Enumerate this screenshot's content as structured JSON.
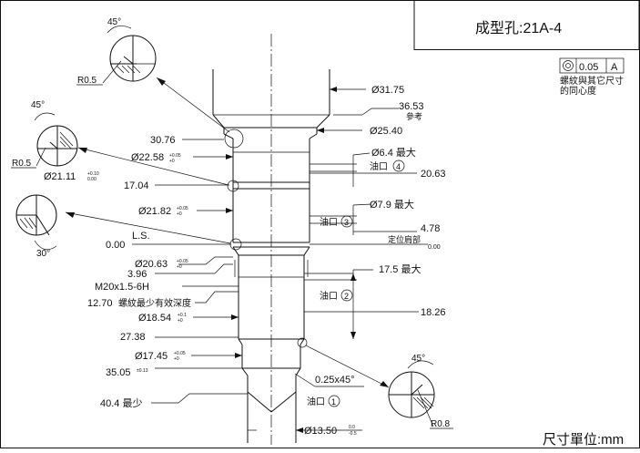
{
  "title": "成型孔:21A-4",
  "units": "尺寸單位:mm",
  "gdt": {
    "symbol": "concentricity-icon",
    "tolerance": "0.05",
    "datum": "A",
    "note_line1": "螺紋與其它尺寸",
    "note_line2": "的同心度"
  },
  "dims": {
    "d3175": "Ø31.75",
    "d3653": "36.53",
    "ref": "參考",
    "d2540": "Ø25.40",
    "d3076": "30.76",
    "d2258": "Ø22.58",
    "d2258_tol_up": "+0.05",
    "d2258_tol_lo": "+0",
    "d64": "Ø6.4 最大",
    "oil4": "油口",
    "oil4_num": "4",
    "d2063": "20.63",
    "d2111": "Ø21.11",
    "d2111_tol_up": "+0.10",
    "d2111_tol_lo": "0.00",
    "d1704": "17.04",
    "d79": "Ø7.9 最大",
    "d2182": "Ø21.82",
    "d2182_tol_up": "+0.05",
    "d2182_tol_lo": "+0",
    "oil3": "油口",
    "oil3_num": "3",
    "d478": "4.78",
    "ls": "L.S.",
    "d000": "0.00",
    "locate": "定位肩部",
    "locate_val": "0.00",
    "d2063b": "Ø20.63",
    "d2063b_tol_up": "+0.05",
    "d2063b_tol_lo": "+0",
    "d396": "3.96",
    "d175": "17.5 最大",
    "thread": "M20x1.5-6H",
    "oil2": "油口",
    "oil2_num": "2",
    "d1270": "12.70",
    "thread_depth": "螺紋最少有效深度",
    "d1854": "Ø18.54",
    "d1854_tol_up": "+0.1",
    "d1854_tol_lo": "+0",
    "d1826": "18.26",
    "d2738": "27.38",
    "d1745": "Ø17.45",
    "d1745_tol_up": "+0.05",
    "d1745_tol_lo": "+0",
    "d3505": "35.05",
    "d3505_tol": "±0.13",
    "chamfer": "0.25x45°",
    "d404": "40.4 最少",
    "oil1": "油口",
    "oil1_num": "1",
    "d1350": "Ø13.50",
    "d1350_tol_up": "0.0",
    "d1350_tol_lo": "-0.5"
  },
  "details": {
    "d1_angle": "45°",
    "d1_radius": "R0.5",
    "d2_angle": "45°",
    "d2_radius": "R0.5",
    "d3_angle": "30°",
    "d4_angle": "45°",
    "d4_radius": "R0.8"
  }
}
